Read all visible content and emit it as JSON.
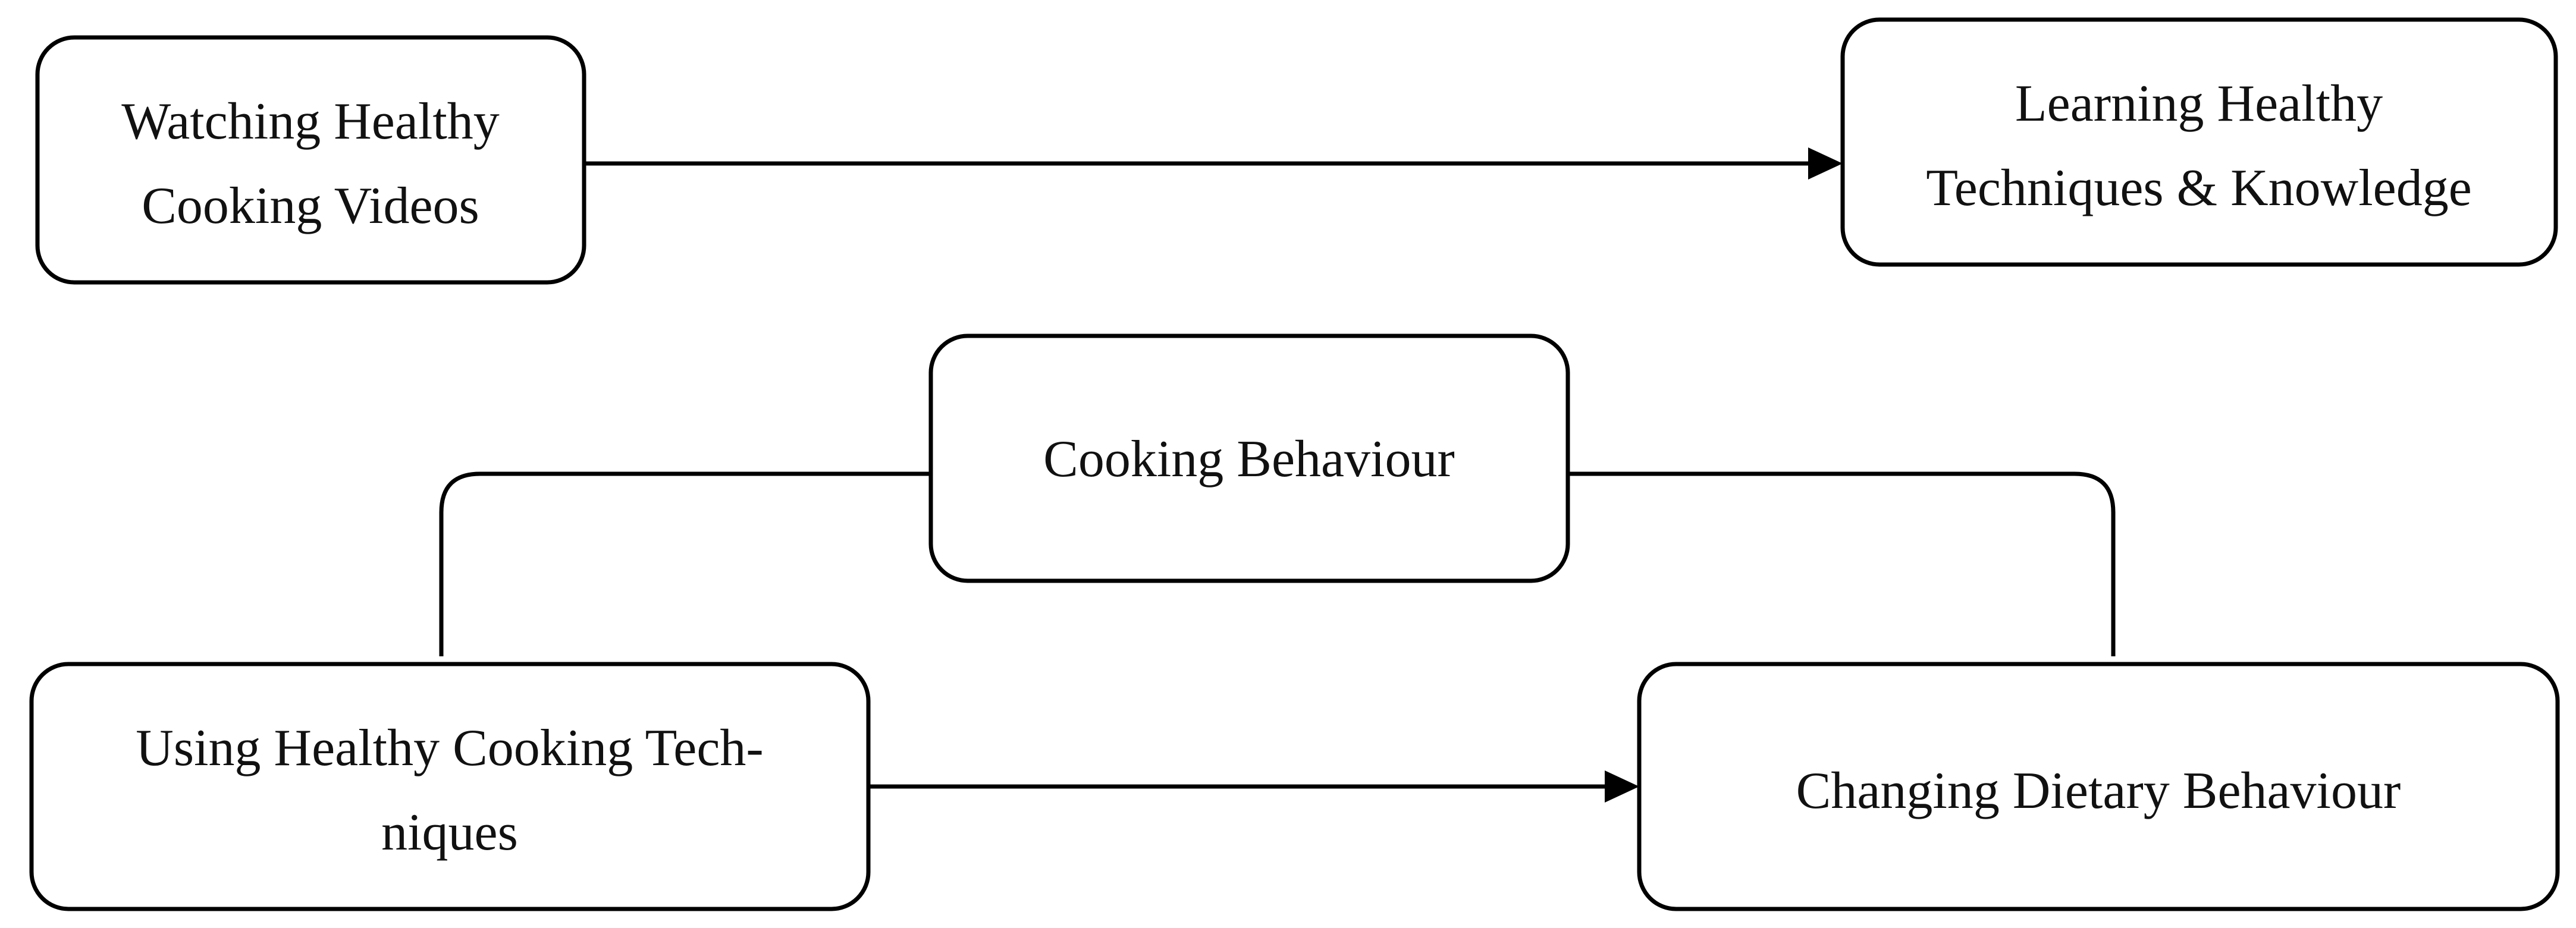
{
  "diagram": {
    "nodes": {
      "watching_videos": {
        "line1": "Watching Healthy",
        "line2": "Cooking Videos"
      },
      "learning_techniques": {
        "line1": "Learning Healthy",
        "line2": "Techniques & Knowledge"
      },
      "cooking_behaviour": {
        "line1": "Cooking Behaviour"
      },
      "using_techniques": {
        "line1": "Using Healthy Cooking Tech-",
        "line2": "niques"
      },
      "changing_behaviour": {
        "line1": "Changing Dietary Behaviour"
      }
    },
    "edges": [
      {
        "from": "watching_videos",
        "to": "learning_techniques",
        "arrow": true
      },
      {
        "from": "using_techniques",
        "to": "changing_behaviour",
        "arrow": true
      },
      {
        "from": "using_techniques",
        "to": "cooking_behaviour",
        "arrow": false
      },
      {
        "from": "cooking_behaviour",
        "to": "changing_behaviour",
        "arrow": false
      }
    ],
    "colors": {
      "stroke": "#000000",
      "background": "#ffffff",
      "text": "#111111"
    }
  }
}
